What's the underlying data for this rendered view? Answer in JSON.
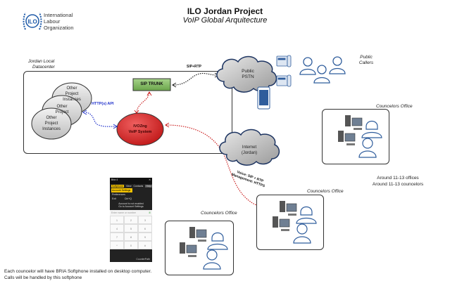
{
  "header": {
    "title": "ILO Jordan Project",
    "subtitle": "VoIP Global Arquitecture"
  },
  "logo": {
    "mark": "ILO",
    "lines": [
      "International",
      "Labour",
      "Organization"
    ],
    "color": "#1e5aa8"
  },
  "datacenter": {
    "label_line1": "Jordan Local",
    "label_line2": "Datacenter",
    "instances": [
      {
        "line1": "Other",
        "line2": "Project",
        "line3": "Instances"
      },
      {
        "line1": "Other",
        "line2": "Project",
        "line3": "Instances"
      },
      {
        "line1": "Other",
        "line2": "Project",
        "line3": "Instances"
      }
    ],
    "sip_trunk": "SIP TRUNK",
    "voip_system_line1": "IVOZng",
    "voip_system_line2": "VoIP System",
    "api_label": "HTTP(s) API"
  },
  "links": {
    "sip_rtp": "SIP+RTP",
    "voice_line1": "Voice: SIP + RTP",
    "voice_line2": "Management: HTTPS"
  },
  "clouds": {
    "pstn_line1": "Public",
    "pstn_line2": "PSTN",
    "internet_line1": "Internet",
    "internet_line2": "(Jordan)"
  },
  "public_callers": {
    "line1": "Public",
    "line2": "Callers"
  },
  "offices": [
    {
      "label": "Councelors Office"
    },
    {
      "label": "Councelors Office"
    },
    {
      "label": "Councelors Office"
    }
  ],
  "office_note": {
    "line1": "Around 11-13 offices",
    "line2": "Around 11-13 councelors"
  },
  "softphone": {
    "window_title": "Bria 4",
    "menu": [
      "Softphone",
      "View",
      "Contacts",
      "Help"
    ],
    "dropdown": [
      "Account Settings",
      "Preferences",
      "Exit"
    ],
    "exit_shortcut": "Ctrl+Q",
    "status_line1": "Account is not enabled",
    "status_line2": "Go to Account Settings",
    "dial_placeholder": "Enter name or number",
    "keys": [
      "1",
      "2",
      "3",
      "4",
      "5",
      "6",
      "7",
      "8",
      "9",
      "*",
      "0",
      "#"
    ],
    "brand": "CounterPath"
  },
  "footer_note": {
    "line1": "Each councelor will have BRIA Softphone installed on desktop computer.",
    "line2": "Calls will be handled by this softphone"
  },
  "colors": {
    "sip_trunk_fill": "#7fb35f",
    "voip_fill": "#d42a2a",
    "api_link": "#2233cc",
    "voice_link": "#cc2222",
    "cloud_outline": "#1d3461",
    "icon_blue": "#2f5d9c"
  }
}
